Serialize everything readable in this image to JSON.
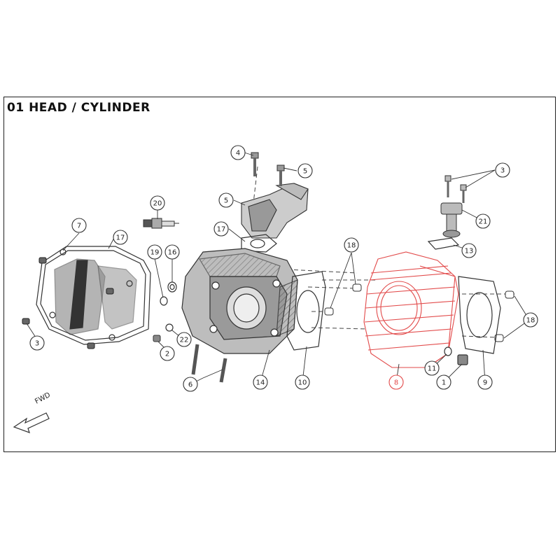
{
  "title": "01 HEAD / CYLINDER",
  "direction_label": "FWD",
  "colors": {
    "line": "#333333",
    "highlight": "#e24a4a",
    "background": "#ffffff"
  },
  "callouts": [
    {
      "id": "c4a",
      "label": "4"
    },
    {
      "id": "c5a",
      "label": "5"
    },
    {
      "id": "c5b",
      "label": "5"
    },
    {
      "id": "c3a",
      "label": "3"
    },
    {
      "id": "c20",
      "label": "20"
    },
    {
      "id": "c17a",
      "label": "17"
    },
    {
      "id": "c7",
      "label": "7"
    },
    {
      "id": "c17b",
      "label": "17"
    },
    {
      "id": "c19",
      "label": "19"
    },
    {
      "id": "c16",
      "label": "16"
    },
    {
      "id": "c18a",
      "label": "18"
    },
    {
      "id": "c21",
      "label": "21"
    },
    {
      "id": "c13",
      "label": "13"
    },
    {
      "id": "c18b",
      "label": "18"
    },
    {
      "id": "c3b",
      "label": "3"
    },
    {
      "id": "c2",
      "label": "2"
    },
    {
      "id": "c22",
      "label": "22"
    },
    {
      "id": "c6",
      "label": "6"
    },
    {
      "id": "c14",
      "label": "14"
    },
    {
      "id": "c10",
      "label": "10"
    },
    {
      "id": "c8",
      "label": "8",
      "highlight": true
    },
    {
      "id": "c11",
      "label": "11"
    },
    {
      "id": "c1",
      "label": "1"
    },
    {
      "id": "c9",
      "label": "9"
    }
  ]
}
